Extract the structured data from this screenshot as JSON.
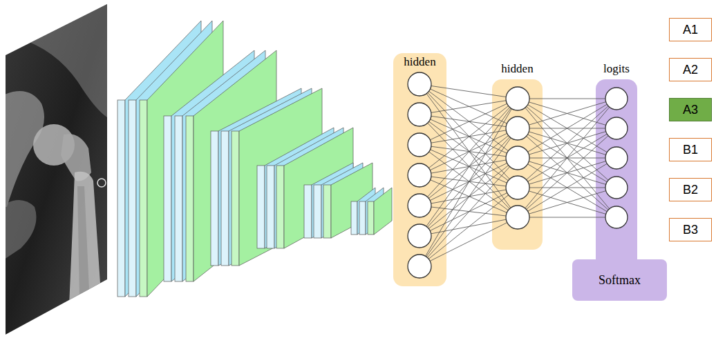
{
  "diagram": {
    "nodes": [
      {
        "text": [
          "hidden"
        ]
      },
      {
        "text": [
          "hidden"
        ]
      },
      {
        "text": [
          "logits"
        ]
      },
      {
        "text": [
          "Softmax"
        ]
      },
      {
        "text": [
          "A1"
        ]
      },
      {
        "text": [
          "A2"
        ]
      },
      {
        "text": [
          "A3"
        ]
      },
      {
        "text": [
          "B1"
        ]
      },
      {
        "text": [
          "B2"
        ]
      },
      {
        "text": [
          "B3"
        ]
      }
    ]
  }
}
